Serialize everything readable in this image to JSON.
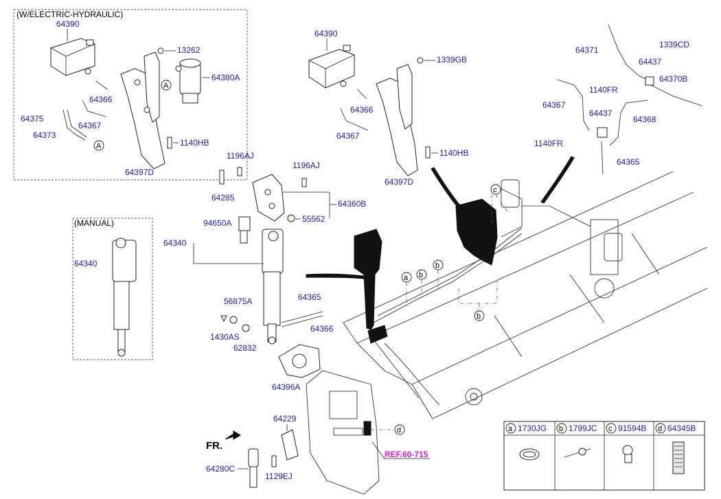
{
  "headers": {
    "electric_hydraulic": "(W/ELECTRIC-HYDRAULIC)",
    "manual": "(MANUAL)"
  },
  "labels": {
    "l64390_a": "64390",
    "l13262": "13262",
    "l64380A": "64380A",
    "l64366_a": "64366",
    "l64375": "64375",
    "l64367_a": "64367",
    "l64373": "64373",
    "l1140HB_a": "1140HB",
    "l64397D_a": "64397D",
    "l64390_b": "64390",
    "l1339GB": "1339GB",
    "l64366_b": "64366",
    "l64367_b": "64367",
    "l1140HB_b": "1140HB",
    "l64397D_b": "64397D",
    "l64371": "64371",
    "l1339CD": "1339CD",
    "l64437_a": "64437",
    "l1140FR_a": "1140FR",
    "l64370B": "64370B",
    "l64367_c": "64367",
    "l64437_b": "64437",
    "l64368": "64368",
    "l1140FR_b": "1140FR",
    "l64365_a": "64365",
    "l1196AJ_a": "1196AJ",
    "l1196AJ_b": "1196AJ",
    "l64285": "64285",
    "l64360B": "64360B",
    "l94650A": "94650A",
    "l55562": "55562",
    "l64340_a": "64340",
    "l64340_b": "64340",
    "l56875A": "56875A",
    "l64365_b": "64365",
    "l64366_c": "64366",
    "l1430AS": "1430AS",
    "l62832": "62832",
    "l64396A": "64396A",
    "l64229": "64229",
    "l64280C": "64280C",
    "l1129EJ": "1129EJ",
    "ref": "REF.60-715",
    "fr": "FR."
  },
  "callouts": {
    "A1": "A",
    "A2": "A",
    "a": "a",
    "b1": "b",
    "b2": "b",
    "b3": "b",
    "c": "c",
    "d": "d"
  },
  "legend": [
    {
      "key": "a",
      "part": "1730JG"
    },
    {
      "key": "b",
      "part": "1799JC"
    },
    {
      "key": "c",
      "part": "91594B"
    },
    {
      "key": "d",
      "part": "64345B"
    }
  ],
  "colors": {
    "label": "#1e1e9a",
    "ref": "#d81fbf",
    "line": "#222222"
  }
}
